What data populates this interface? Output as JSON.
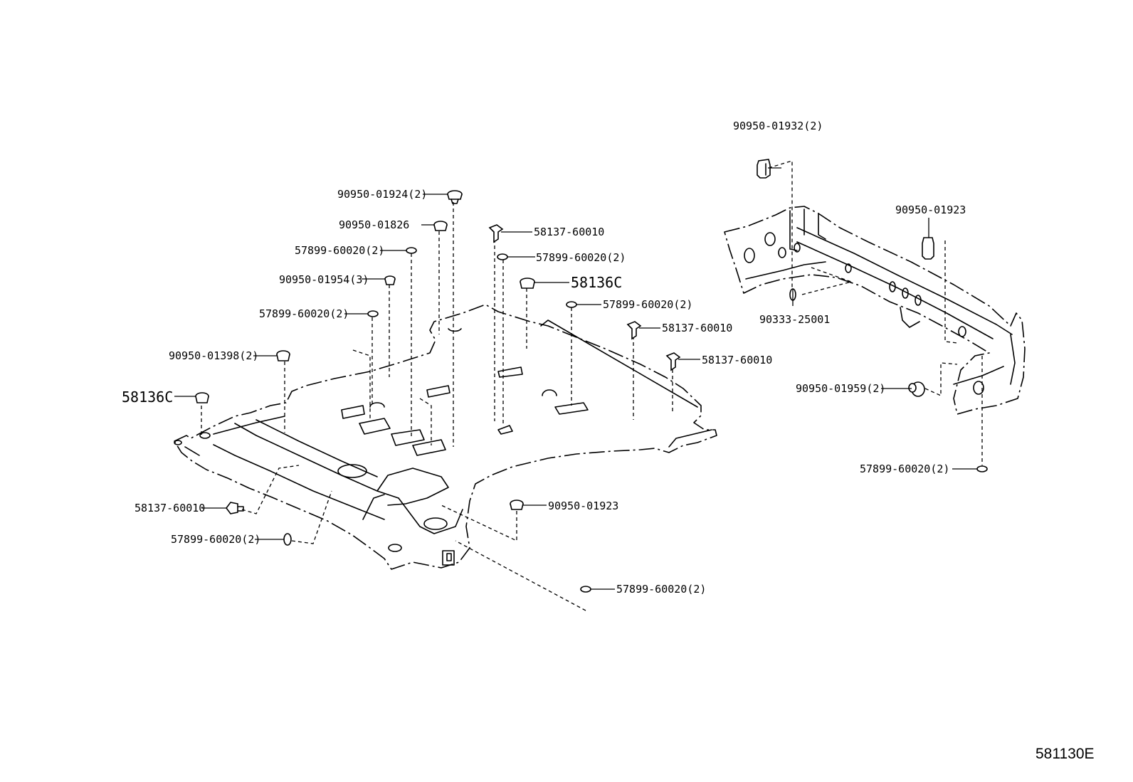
{
  "figure_number": "581130E",
  "callouts": [
    {
      "part": "90950-01932",
      "qty": "(2)"
    },
    {
      "part": "90950-01923",
      "qty": ""
    },
    {
      "part": "90333-25001",
      "qty": ""
    },
    {
      "part": "90950-01959",
      "qty": "(2)"
    },
    {
      "part": "57899-60020",
      "qty": "(2)"
    },
    {
      "part": "90950-01924",
      "qty": "(2)"
    },
    {
      "part": "90950-01826",
      "qty": ""
    },
    {
      "part": "57899-60020",
      "qty": "(2)"
    },
    {
      "part": "90950-01954",
      "qty": "(3)"
    },
    {
      "part": "57899-60020",
      "qty": "(2)"
    },
    {
      "part": "90950-01398",
      "qty": "(2)"
    },
    {
      "part": "58136C",
      "qty": ""
    },
    {
      "part": "58137-60010",
      "qty": ""
    },
    {
      "part": "57899-60020",
      "qty": "(2)"
    },
    {
      "part": "58136C",
      "qty": ""
    },
    {
      "part": "57899-60020",
      "qty": "(2)"
    },
    {
      "part": "58137-60010",
      "qty": ""
    },
    {
      "part": "58137-60010",
      "qty": ""
    },
    {
      "part": "58137-60010",
      "qty": ""
    },
    {
      "part": "57899-60020",
      "qty": "(2)"
    },
    {
      "part": "90950-01923",
      "qty": ""
    },
    {
      "part": "57899-60020",
      "qty": "(2)"
    }
  ]
}
